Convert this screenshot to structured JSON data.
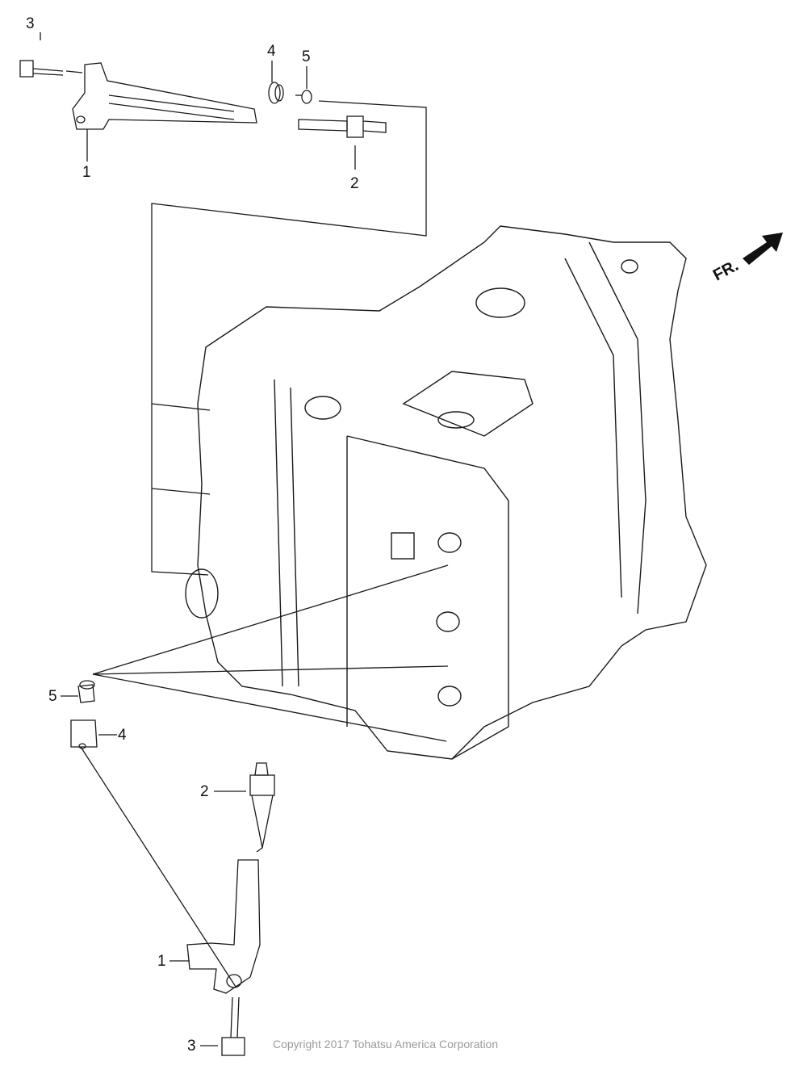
{
  "callouts": {
    "top_bolt": "3",
    "top_seal": "4",
    "top_washer": "5",
    "top_coil": "1",
    "top_plug": "2",
    "bottom_washer": "5",
    "bottom_seal": "4",
    "bottom_plug": "2",
    "bottom_coil": "1",
    "bottom_bolt": "3"
  },
  "direction_label": "FR.",
  "copyright": "Copyright 2017 Tohatsu America Corporation",
  "colors": {
    "line": "#1a1a1a",
    "copyright": "#9a9a9a"
  }
}
